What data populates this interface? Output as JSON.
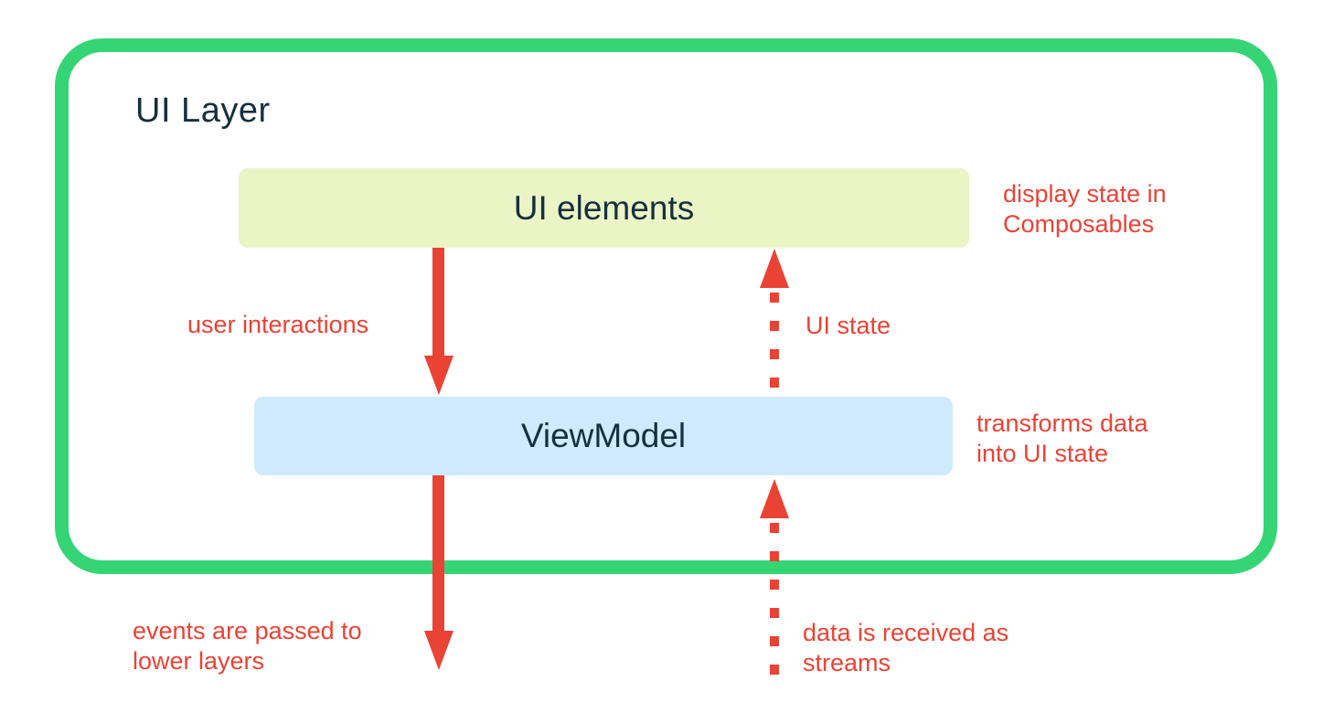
{
  "diagram": {
    "title": "UI Layer",
    "boxes": {
      "ui_elements": {
        "label": "UI elements",
        "annotation": "display state in\nComposables"
      },
      "viewmodel": {
        "label": "ViewModel",
        "annotation": "transforms data\ninto UI state"
      }
    },
    "arrows": {
      "user_interactions": {
        "label": "user interactions",
        "style": "solid",
        "direction": "down",
        "from": "UI elements",
        "to": "ViewModel"
      },
      "ui_state": {
        "label": "UI state",
        "style": "dotted",
        "direction": "up",
        "from": "ViewModel",
        "to": "UI elements"
      },
      "events": {
        "label": "events are passed to\nlower layers",
        "style": "solid",
        "direction": "down",
        "from": "ViewModel",
        "to": "lower layers"
      },
      "streams": {
        "label": "data is received as\nstreams",
        "style": "dotted",
        "direction": "up",
        "from": "lower layers",
        "to": "ViewModel"
      }
    },
    "colors": {
      "container_border_green": "#35d576",
      "ui_elements_fill": "#ebf4c5",
      "viewmodel_fill": "#cfeafc",
      "arrow_red": "#e94335",
      "heading_navy": "#14303f",
      "background": "#ffffff"
    }
  }
}
